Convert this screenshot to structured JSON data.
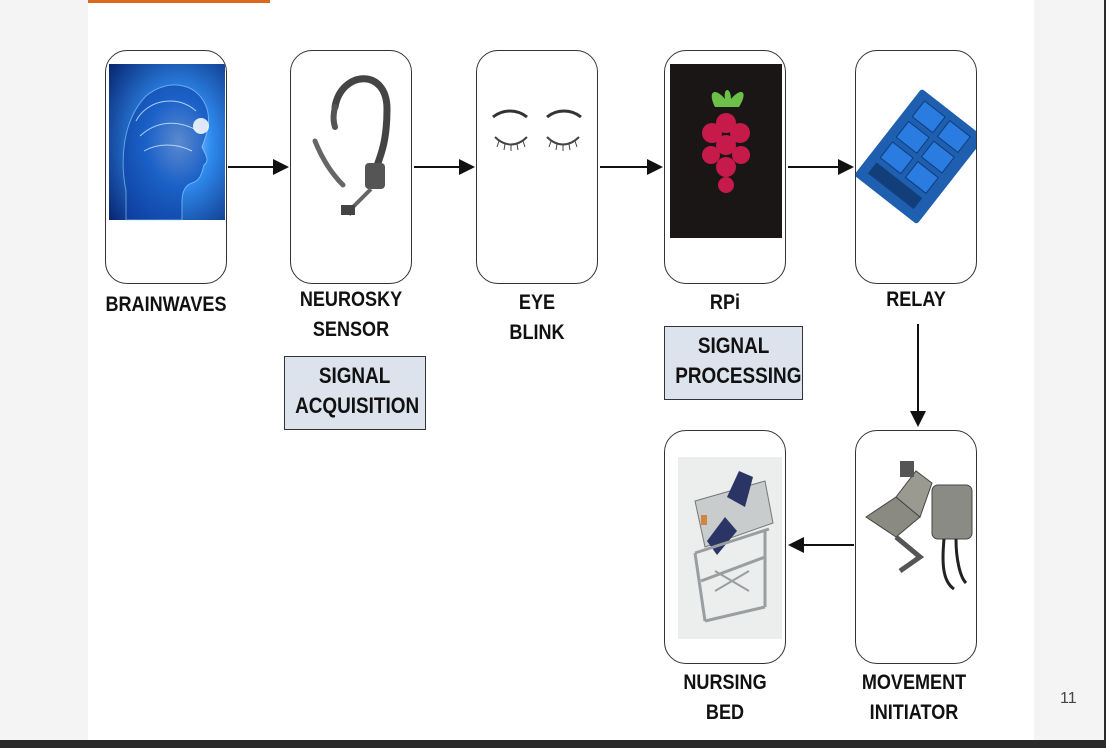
{
  "nodes": [
    {
      "id": "brainwaves",
      "label": "BRAINWAVES",
      "icon": "brain-icon"
    },
    {
      "id": "neurosky",
      "label_lines": [
        "NEUROSKY",
        "SENSOR"
      ],
      "icon": "headset-icon"
    },
    {
      "id": "eye",
      "label_lines": [
        "EYE",
        "BLINK"
      ],
      "icon": "closed-eyes-icon"
    },
    {
      "id": "rpi",
      "label": "RPi",
      "icon": "raspberry-pi-icon"
    },
    {
      "id": "relay",
      "label": "RELAY",
      "icon": "relay-module-icon"
    },
    {
      "id": "movement",
      "label_lines": [
        "MOVEMENT",
        "INITIATOR"
      ],
      "icon": "scissor-jack-icon"
    },
    {
      "id": "bed",
      "label_lines": [
        "NURSING",
        "BED"
      ],
      "icon": "hospital-bed-icon"
    }
  ],
  "stage_boxes": {
    "acquisition": [
      "SIGNAL",
      "ACQUISITION"
    ],
    "processing": [
      "SIGNAL",
      "PROCESSING"
    ]
  },
  "page_number": "11",
  "colors": {
    "accent": "#d9691f",
    "stage_box": "#dde3ec",
    "brain_blue": "#1a6fd8",
    "raspberry_red": "#c51a4a",
    "relay_blue": "#1f5fb0"
  }
}
